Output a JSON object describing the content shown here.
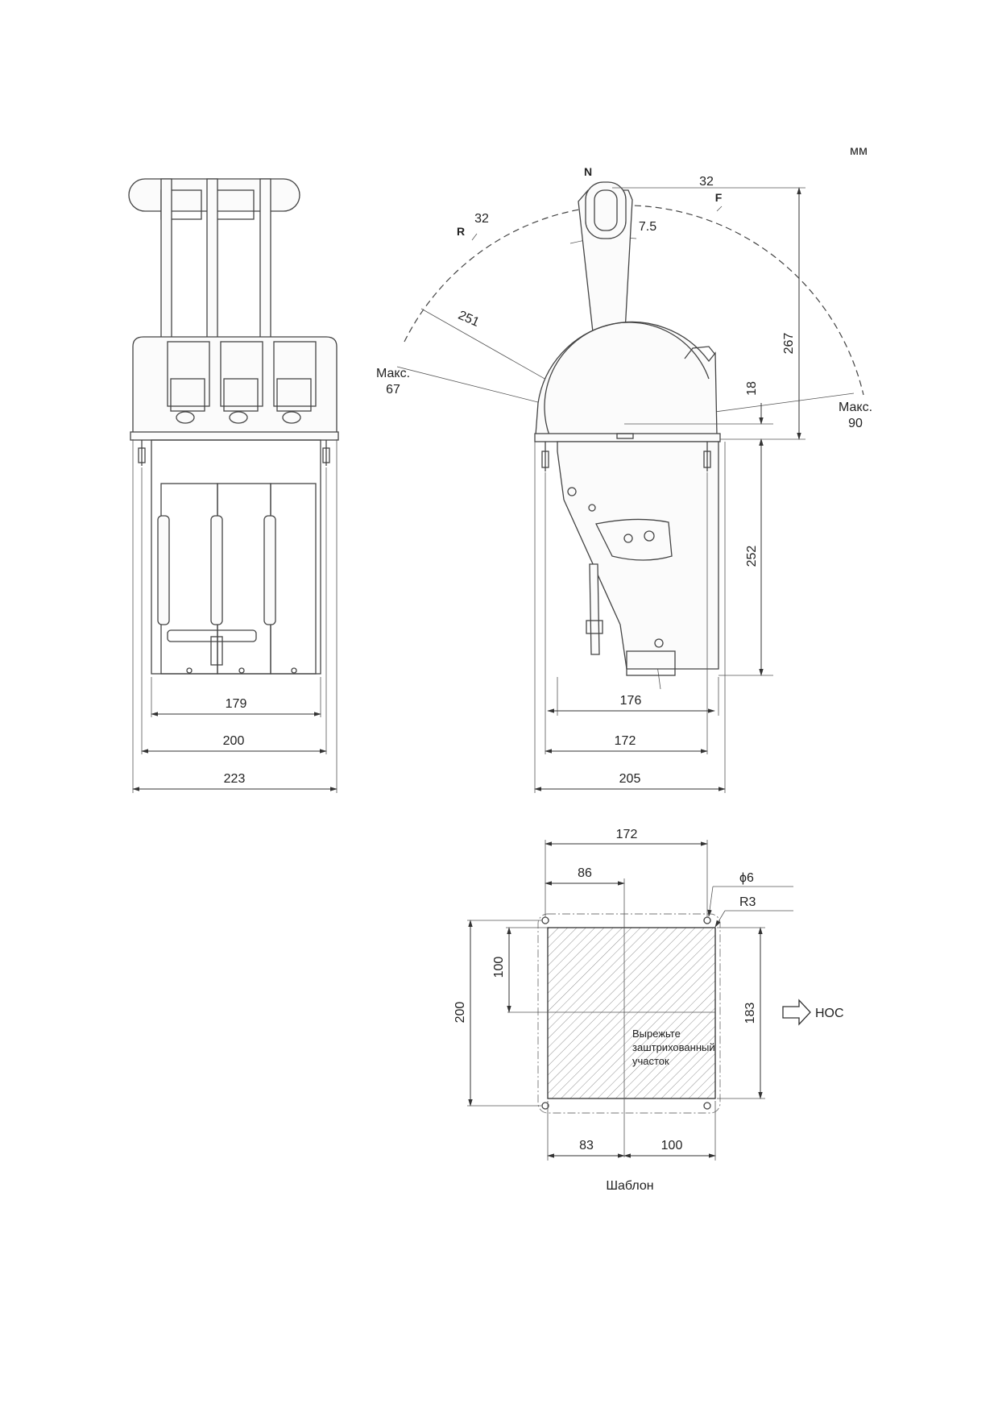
{
  "units": "мм",
  "front_view": {
    "dim_179": "179",
    "dim_200": "200",
    "dim_223": "223"
  },
  "side_view": {
    "pos_n": "N",
    "pos_r": "R",
    "pos_f": "F",
    "dim_32_top": "32",
    "dim_32_left": "32",
    "dim_7_5": "7.5",
    "dim_251": "251",
    "max_left_label": "Макс.",
    "max_left_value": "67",
    "max_right_label": "Макс.",
    "max_right_value": "90",
    "dim_267": "267",
    "dim_18": "18",
    "dim_252": "252",
    "dim_176": "176",
    "dim_172": "172",
    "dim_205": "205"
  },
  "template": {
    "dim_172": "172",
    "dim_86": "86",
    "hole_diameter": "ϕ6",
    "corner_radius": "R3",
    "dim_100_left": "100",
    "dim_200": "200",
    "dim_183": "183",
    "bow_label": "НОС",
    "cut_note_line1": "Вырежьте",
    "cut_note_line2": "заштрихованный",
    "cut_note_line3": "участок",
    "dim_83": "83",
    "dim_100_bottom": "100",
    "caption": "Шаблон"
  }
}
